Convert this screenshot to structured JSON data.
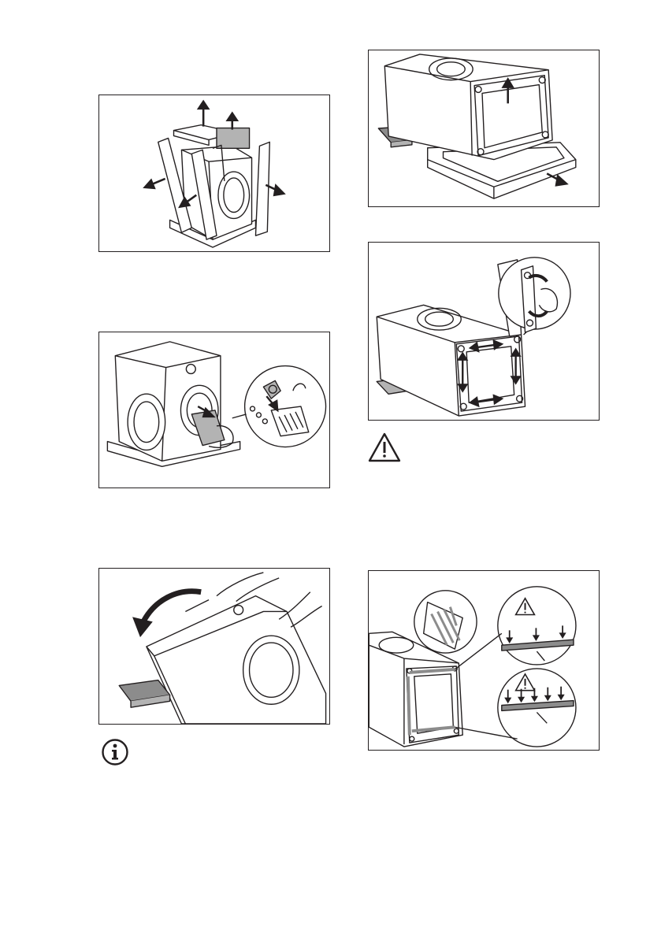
{
  "figures": [
    {
      "name": "remove-packaging-figure"
    },
    {
      "name": "accessories-bag-figure"
    },
    {
      "name": "tilt-machine-figure"
    },
    {
      "name": "remove-base-figure"
    },
    {
      "name": "remove-frame-screws-figure"
    },
    {
      "name": "insert-noise-strips-figure"
    }
  ],
  "icons": {
    "info": "info-icon",
    "warning": "warning-icon"
  },
  "colors": {
    "line": "#231f20",
    "fill_gray": "#b3b3b3",
    "fill_dark": "#8c8c8c"
  }
}
